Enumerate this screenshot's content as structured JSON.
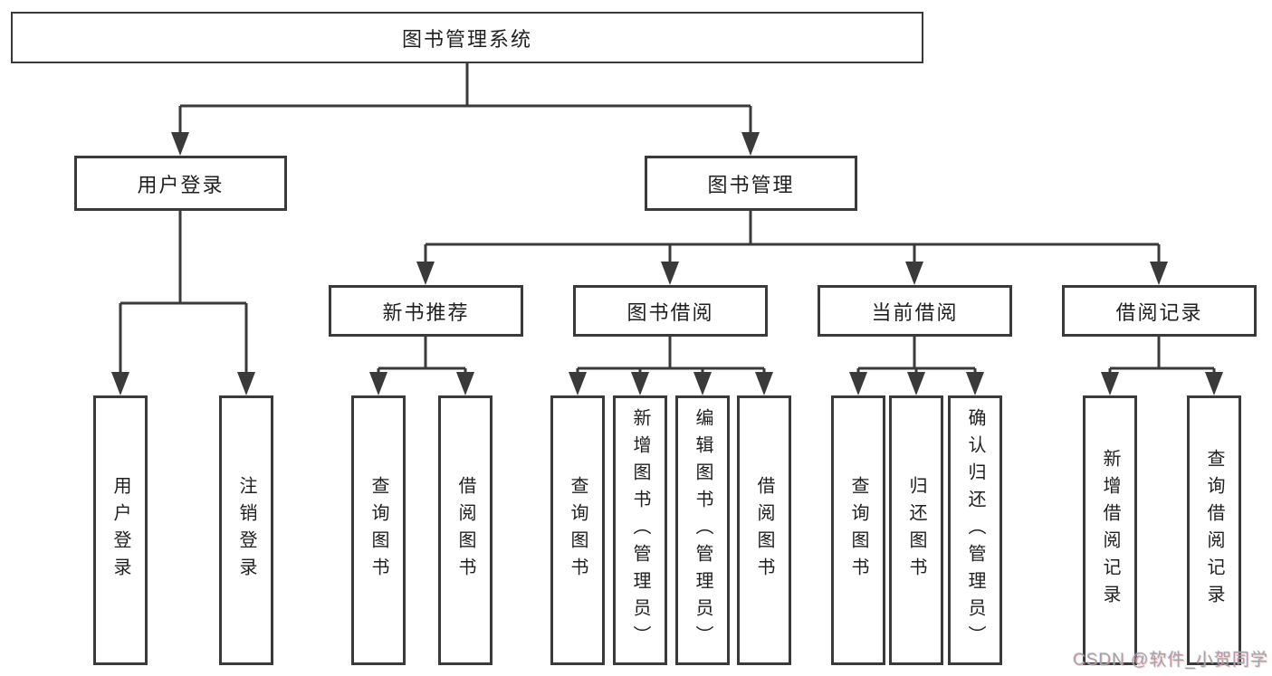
{
  "tree": {
    "root": {
      "label": "图书管理系统",
      "children": [
        {
          "label": "用户登录",
          "children": [
            {
              "label": "用户登录"
            },
            {
              "label": "注销登录"
            }
          ]
        },
        {
          "label": "图书管理",
          "children": [
            {
              "label": "新书推荐",
              "children": [
                {
                  "label": "查询图书"
                },
                {
                  "label": "借阅图书"
                }
              ]
            },
            {
              "label": "图书借阅",
              "children": [
                {
                  "label": "查询图书"
                },
                {
                  "label": "新增图书（管理员）"
                },
                {
                  "label": "编辑图书（管理员）"
                },
                {
                  "label": "借阅图书"
                }
              ]
            },
            {
              "label": "当前借阅",
              "children": [
                {
                  "label": "查询图书"
                },
                {
                  "label": "归还图书"
                },
                {
                  "label": "确认归还（管理员）"
                }
              ]
            },
            {
              "label": "借阅记录",
              "children": [
                {
                  "label": "新增借阅记录"
                },
                {
                  "label": "查询借阅记录"
                }
              ]
            }
          ]
        }
      ]
    }
  },
  "watermark": {
    "text": "CSDN @软件_小贺同学"
  },
  "colors": {
    "line": "#3a3a3a",
    "box_border": "#3a3a3a",
    "text": "#1f1f1f",
    "background": "#ffffff",
    "watermark": "#a3a3a3"
  }
}
